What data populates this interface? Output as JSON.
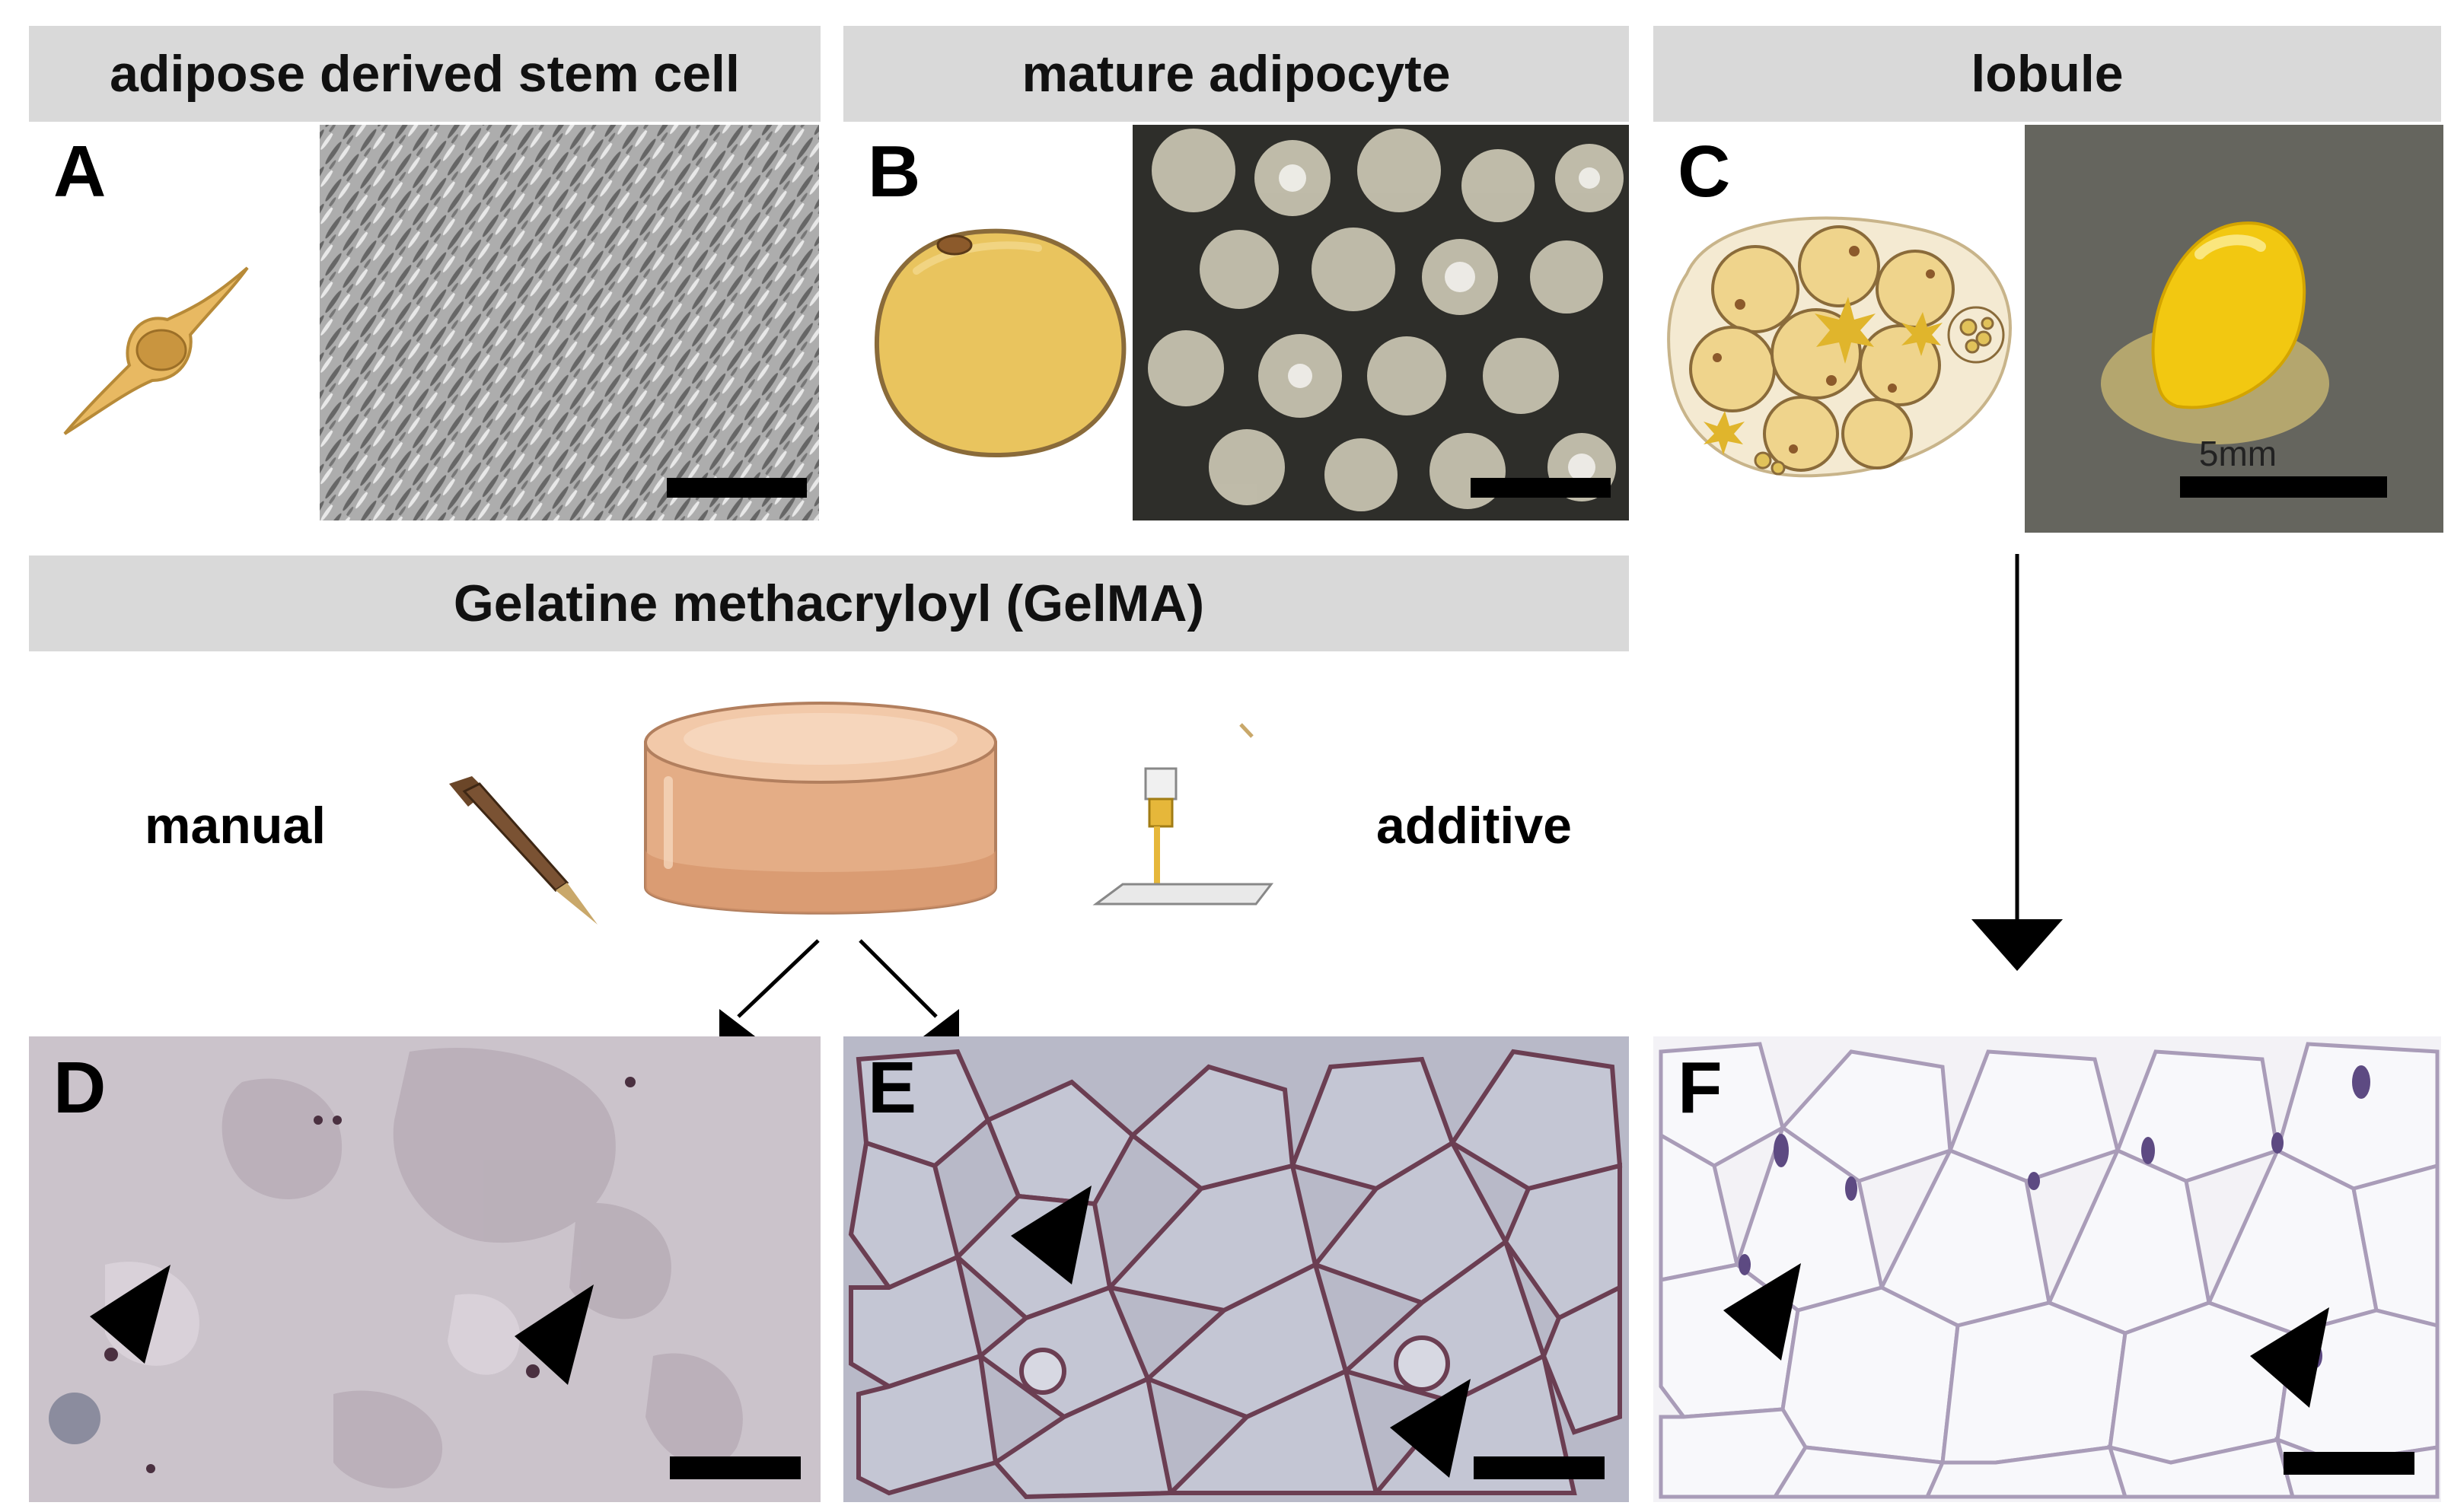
{
  "headers": {
    "adsc": "adipose derived stem cell",
    "mature": "mature adipocyte",
    "lobule": "lobule",
    "gelma": "Gelatine methacryloyl (GelMA)"
  },
  "panels": {
    "A": "A",
    "B": "B",
    "C": "C",
    "D": "D",
    "E": "E",
    "F": "F"
  },
  "methods": {
    "manual": "manual",
    "additive": "additive"
  },
  "scale_label": "5mm"
}
